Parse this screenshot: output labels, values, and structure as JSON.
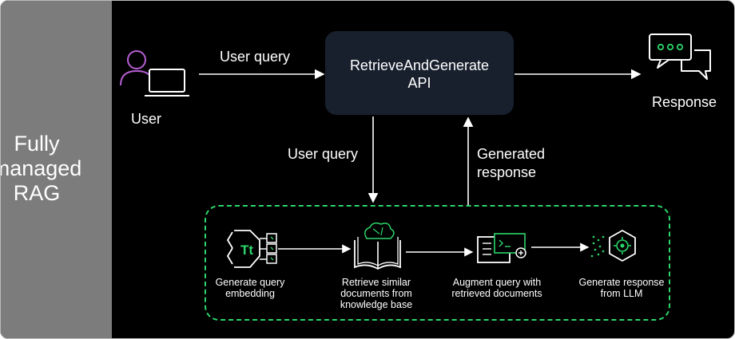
{
  "sidebar": {
    "label": "Fully\nmanaged\nRAG"
  },
  "user": {
    "label": "User"
  },
  "arrows": {
    "user_query_top": "User query",
    "user_query_down": "User query",
    "generated_response": "Generated\nresponse"
  },
  "api": {
    "label": "RetrieveAndGenerate\nAPI"
  },
  "response": {
    "label": "Response"
  },
  "pipeline": {
    "steps": [
      {
        "label": "Generate query\nembedding",
        "icon": "embedding-icon"
      },
      {
        "label": "Retrieve similar\ndocuments from\nknowledge base",
        "icon": "knowledge-base-icon"
      },
      {
        "label": "Augment query with\nretrieved documents",
        "icon": "augment-icon"
      },
      {
        "label": "Generate response\nfrom LLM",
        "icon": "llm-icon"
      }
    ]
  },
  "colors": {
    "accent": "#2bd66a",
    "api_box": "#18202e",
    "sidebar": "#7c7c7c",
    "user_icon": "#b85fd6",
    "background": "#000000"
  }
}
